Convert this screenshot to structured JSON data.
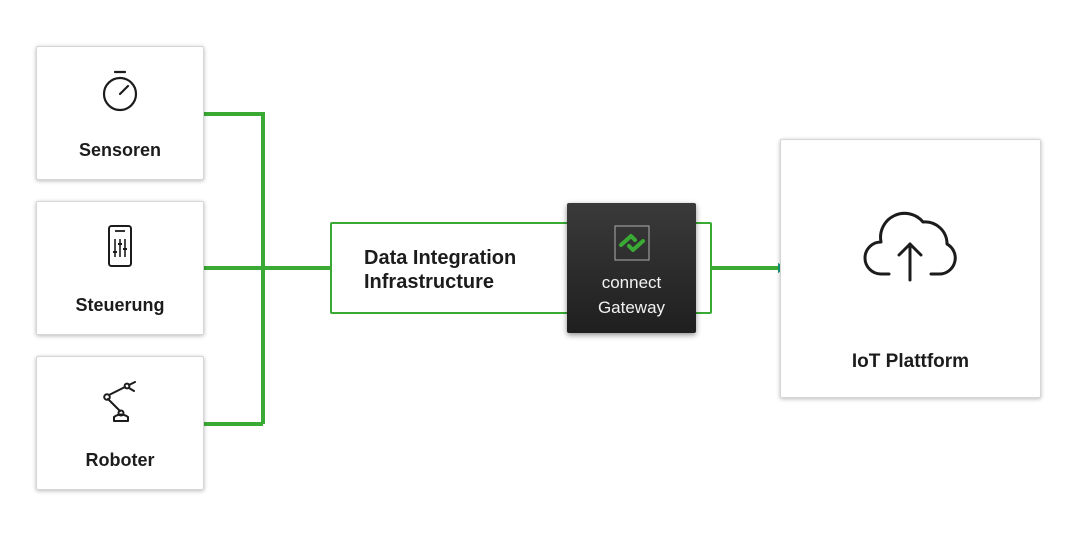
{
  "devices": {
    "sensoren": {
      "label": "Sensoren",
      "icon": "stopwatch-icon"
    },
    "steuerung": {
      "label": "Steuerung",
      "icon": "control-panel-icon"
    },
    "roboter": {
      "label": "Roboter",
      "icon": "robot-arm-icon"
    }
  },
  "infrastructure": {
    "line1": "Data Integration",
    "line2": "Infrastructure"
  },
  "gateway": {
    "line1": "connect",
    "line2": "Gateway",
    "icon": "connect-logo-icon"
  },
  "platform": {
    "label": "IoT Plattform",
    "icon": "cloud-upload-icon"
  },
  "colors": {
    "line_green": "#3aaa35",
    "arrow_teal": "#169a7c",
    "gateway_dark": "#262626"
  }
}
